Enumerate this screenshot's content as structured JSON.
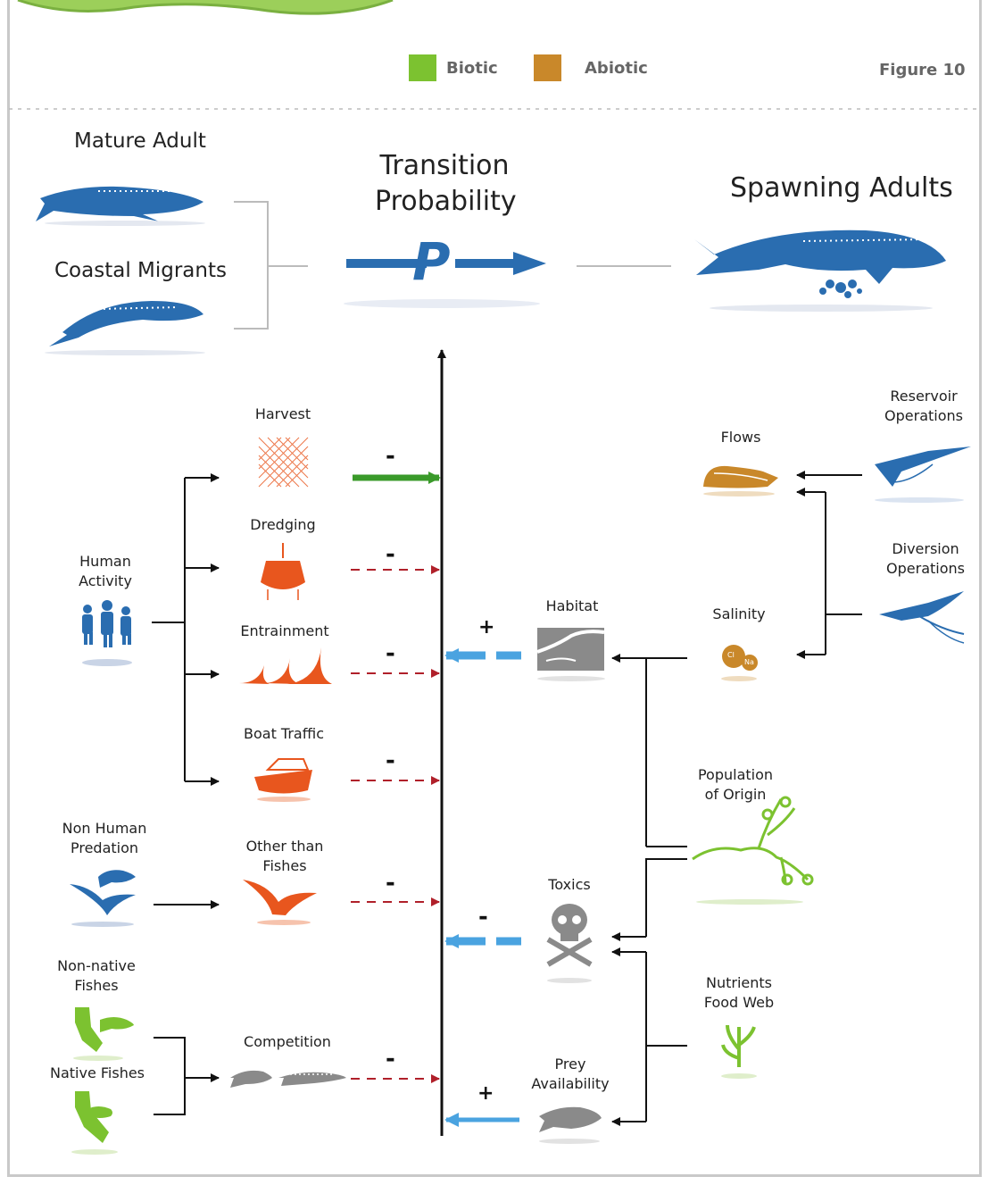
{
  "legend": {
    "biotic": {
      "label": "Biotic",
      "color": "#7cc230"
    },
    "abiotic": {
      "label": "Abiotic",
      "color": "#c9882a"
    },
    "figure": "Figure 10"
  },
  "stages": {
    "mature_adult": "Mature Adult",
    "coastal_migrants": "Coastal Migrants",
    "transition_line1": "Transition",
    "transition_line2": "Probability",
    "probability_symbol": "P",
    "spawning_adults": "Spawning Adults"
  },
  "left_drivers": {
    "human_activity": [
      "Human",
      "Activity"
    ],
    "non_human_predation": [
      "Non Human",
      "Predation"
    ],
    "non_native_fishes": [
      "Non-native",
      "Fishes"
    ],
    "native_fishes": "Native Fishes"
  },
  "stressors": {
    "harvest": "Harvest",
    "dredging": "Dredging",
    "entrainment": "Entrainment",
    "boat_traffic": "Boat Traffic",
    "other_than_fishes": [
      "Other than",
      "Fishes"
    ],
    "competition": "Competition"
  },
  "right_drivers": {
    "reservoir_operations": [
      "Reservoir",
      "Operations"
    ],
    "flows": "Flows",
    "diversion_operations": [
      "Diversion",
      "Operations"
    ],
    "salinity": "Salinity",
    "salinity_ions": [
      "Cl",
      "Na"
    ],
    "habitat": "Habitat",
    "population_of_origin": [
      "Population",
      "of Origin"
    ],
    "toxics": "Toxics",
    "nutrients_food_web": [
      "Nutrients",
      "Food Web"
    ],
    "prey_availability": [
      "Prey",
      "Availability"
    ]
  },
  "signs": {
    "harvest": "-",
    "dredging": "-",
    "entrainment": "-",
    "boat_traffic": "-",
    "other_than_fishes": "-",
    "competition": "-",
    "habitat": "+",
    "toxics": "-",
    "prey_availability": "+"
  },
  "colors": {
    "stage_fish": "#2a6db0",
    "human_icon": "#2a6db0",
    "stressor_orange": "#e8561e",
    "harvest_arrow": "#3a9a2a",
    "dashed_red": "#b0202a",
    "effect_blue": "#4aa3e0",
    "grey_icon": "#8a8a8a",
    "green_icon": "#7cc230",
    "abiotic": "#c9882a"
  }
}
